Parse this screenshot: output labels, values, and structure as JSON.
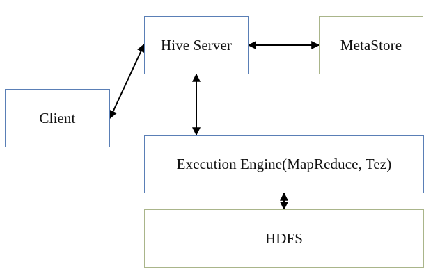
{
  "diagram": {
    "nodes": {
      "client": "Client",
      "hive_server": "Hive Server",
      "metastore": "MetaStore",
      "execution_engine": "Execution Engine(MapReduce, Tez)",
      "hdfs": "HDFS"
    },
    "edges": [
      {
        "from": "client",
        "to": "hive_server",
        "direction": "both"
      },
      {
        "from": "hive_server",
        "to": "metastore",
        "direction": "both"
      },
      {
        "from": "hive_server",
        "to": "execution_engine",
        "direction": "both"
      },
      {
        "from": "execution_engine",
        "to": "hdfs",
        "direction": "both"
      }
    ],
    "colors": {
      "blue_border": "#5a7fb6",
      "green_border": "#aab58a",
      "arrow": "#000000"
    }
  }
}
